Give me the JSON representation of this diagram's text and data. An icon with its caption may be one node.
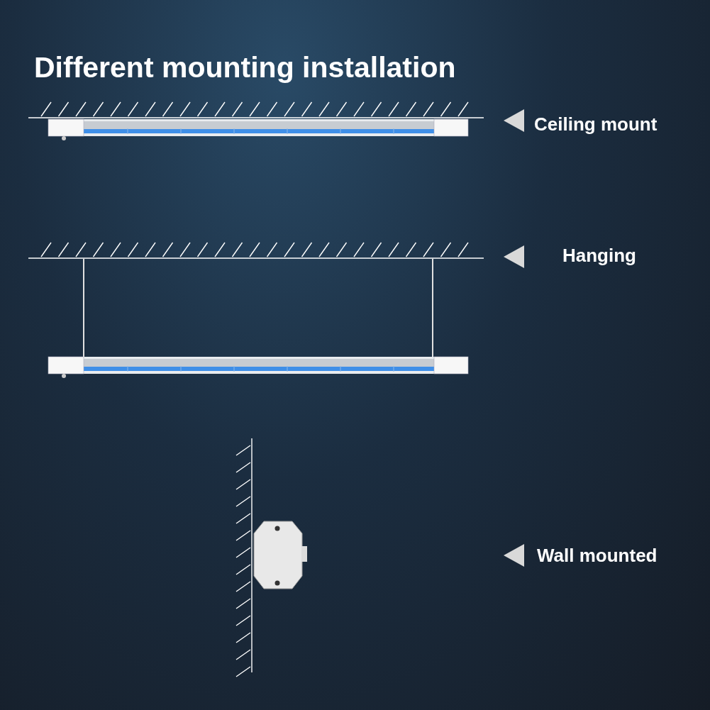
{
  "diagram": {
    "title": "Different mounting installation",
    "labels": [
      "Ceiling mount",
      "Hanging",
      "Wall mounted"
    ]
  }
}
